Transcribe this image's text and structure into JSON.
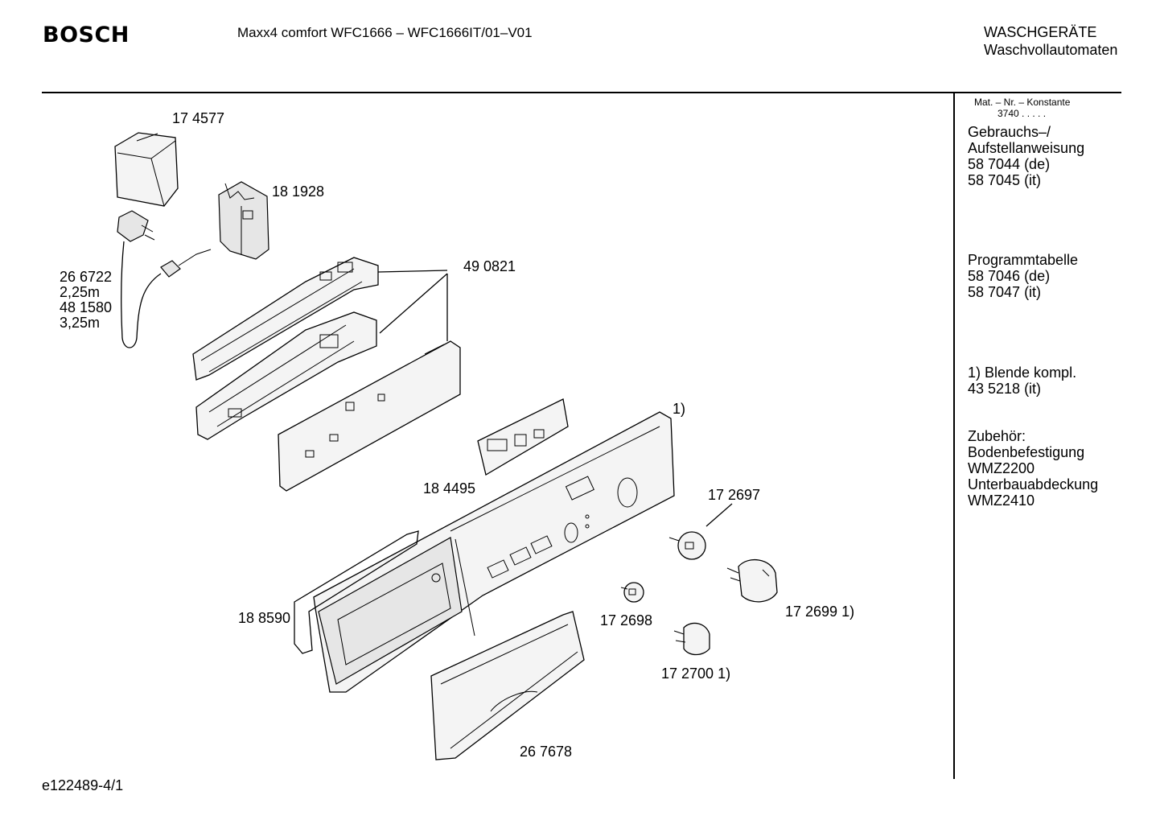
{
  "header": {
    "brand": "BOSCH",
    "model": "Maxx4 comfort WFC1666 – WFC1666IT/01–V01",
    "category_line1": "WASCHGERÄTE",
    "category_line2": "Waschvollautomaten"
  },
  "sidebar": {
    "matnr_label": "Mat. – Nr. – Konstante",
    "matnr_value": "3740 . . . . .",
    "manual": [
      "Gebrauchs–/",
      "Aufstellanweisung",
      "58 7044 (de)",
      "58 7045 (it)"
    ],
    "program_table": [
      "Programmtabelle",
      "58 7046 (de)",
      "58 7047 (it)"
    ],
    "note": [
      "1) Blende kompl.",
      "43 5218 (it)"
    ],
    "accessories": [
      "Zubehör:",
      "Bodenbefestigung",
      "WMZ2200",
      "Unterbauabdeckung",
      "WMZ2410"
    ]
  },
  "parts": {
    "p174577": "17 4577",
    "p181928": "18 1928",
    "cable": [
      "26 6722",
      "2,25m",
      "48 1580",
      "3,25m"
    ],
    "p490821": "49 0821",
    "p184495": "18 4495",
    "note_mark": "1)",
    "p172697": "17 2697",
    "p188590": "18 8590",
    "p172698": "17 2698",
    "p172699": "17 2699 1)",
    "p172700": "17 2700 1)",
    "p267678": "26 7678"
  },
  "footer": {
    "drawing_id": "e122489-4/1"
  }
}
